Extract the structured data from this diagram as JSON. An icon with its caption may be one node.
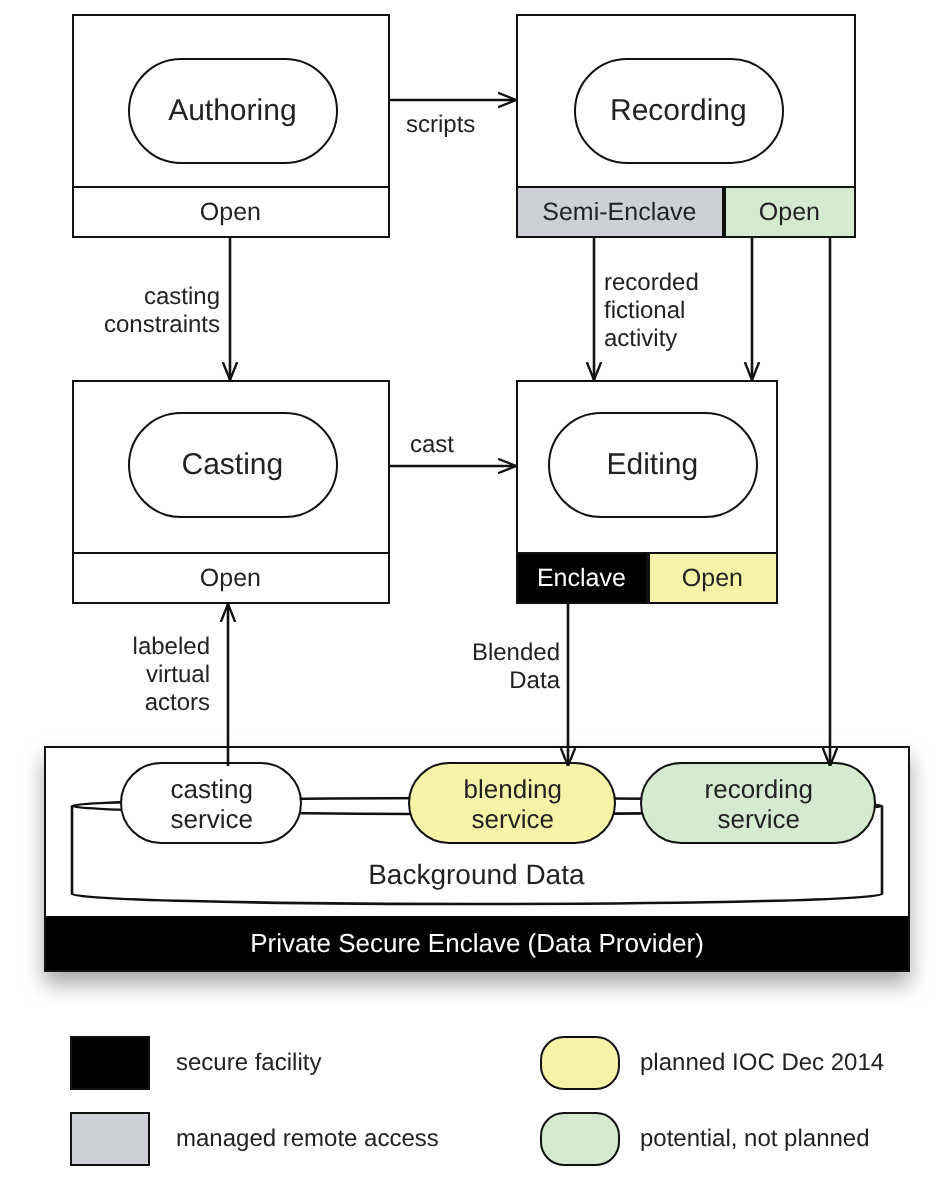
{
  "diagram": {
    "nodes": [
      {
        "text": [],
        "shape": "box"
      },
      {
        "text": [
          "Authoring"
        ],
        "in": 0
      },
      {
        "text": [
          "Open"
        ],
        "in": 0
      },
      {
        "text": [],
        "shape": "box"
      },
      {
        "text": [
          "Recording"
        ],
        "in": 3
      },
      {
        "text": [
          "Semi-Enclave"
        ],
        "in": 3
      },
      {
        "text": [
          "Open"
        ],
        "in": 3
      },
      {
        "text": [],
        "shape": "box"
      },
      {
        "text": [
          "Casting"
        ],
        "in": 7
      },
      {
        "text": [
          "Open"
        ],
        "in": 7
      },
      {
        "text": [],
        "shape": "box"
      },
      {
        "text": [
          "Editing"
        ],
        "in": 10
      },
      {
        "text": [
          "Enclave"
        ],
        "in": 10
      },
      {
        "text": [
          "Open"
        ],
        "in": 10
      },
      {
        "text": [
          "Private Secure Enclave (Data Provider)"
        ]
      },
      {
        "text": [
          "Background Data"
        ],
        "in": 14
      },
      {
        "text": [
          "casting service"
        ],
        "in": 15
      },
      {
        "text": [
          "blending service"
        ],
        "in": 15
      },
      {
        "text": [
          "recording service"
        ],
        "in": 15
      }
    ],
    "edges": [
      {
        "from": 0,
        "to": 3,
        "arrow": "to",
        "label": "scripts"
      },
      {
        "from": 2,
        "to": 7,
        "arrow": "to",
        "label": "casting constraints"
      },
      {
        "from": 7,
        "to": 10,
        "arrow": "to",
        "label": "cast"
      },
      {
        "from": 5,
        "to": 10,
        "arrow": "to",
        "label": "recorded fictional activity"
      },
      {
        "from": 6,
        "to": 10,
        "arrow": "to"
      },
      {
        "from": 6,
        "to": 18,
        "arrow": "to"
      },
      {
        "from": 16,
        "to": 9,
        "arrow": "to",
        "label": "labeled virtual actors"
      },
      {
        "from": 12,
        "to": 17,
        "arrow": "to",
        "label": "Blended Data"
      }
    ],
    "legend": [
      {
        "text": "secure facility",
        "color": "#000000"
      },
      {
        "text": "managed remote access",
        "color": "#cdd0d6"
      },
      {
        "text": "planned IOC Dec 2014",
        "color": "#f5f3a8"
      },
      {
        "text": "potential, not planned",
        "color": "#d4ebcf"
      }
    ]
  }
}
